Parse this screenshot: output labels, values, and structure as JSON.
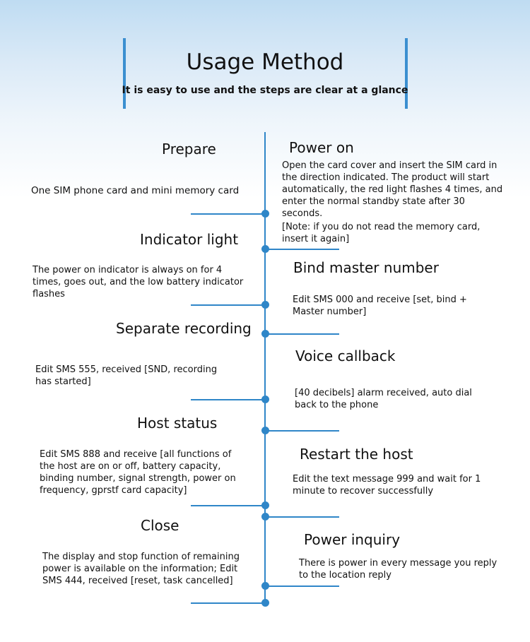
{
  "header": {
    "title": "Usage Method",
    "subtitle": "It is easy to use and the steps are clear at a glance"
  },
  "steps": [
    {
      "heading": "Prepare",
      "text": "One SIM phone card and mini memory card"
    },
    {
      "heading": "Power on",
      "text": "Open the card cover and insert the SIM card in the direction indicated. The product will start automatically, the red light flashes 4 times, and enter the normal standby state after 30 seconds.",
      "note": "[Note: if you do not read the memory card, insert it again]"
    },
    {
      "heading": "Indicator light",
      "text": "The power on indicator is always on for 4 times, goes out, and the low battery indicator flashes"
    },
    {
      "heading": "Bind master number",
      "text": "Edit SMS 000 and receive [set, bind + Master number]"
    },
    {
      "heading": "Separate recording",
      "text": "Edit SMS 555, received [SND, recording has started]"
    },
    {
      "heading": "Voice callback",
      "text": "[40 decibels] alarm received, auto dial back to the phone"
    },
    {
      "heading": "Host status",
      "text": "Edit SMS 888 and receive [all functions of the host are on or off, battery capacity, binding number, signal strength, power on frequency, gprstf card capacity]"
    },
    {
      "heading": "Restart the host",
      "text": "Edit the text message 999 and wait for 1 minute to recover successfully"
    },
    {
      "heading": "Close",
      "text": "The display and stop function of remaining power is available on the information; Edit SMS 444, received [reset, task cancelled]"
    },
    {
      "heading": "Power inquiry",
      "text": "There is power in every message you reply to the location reply"
    }
  ]
}
